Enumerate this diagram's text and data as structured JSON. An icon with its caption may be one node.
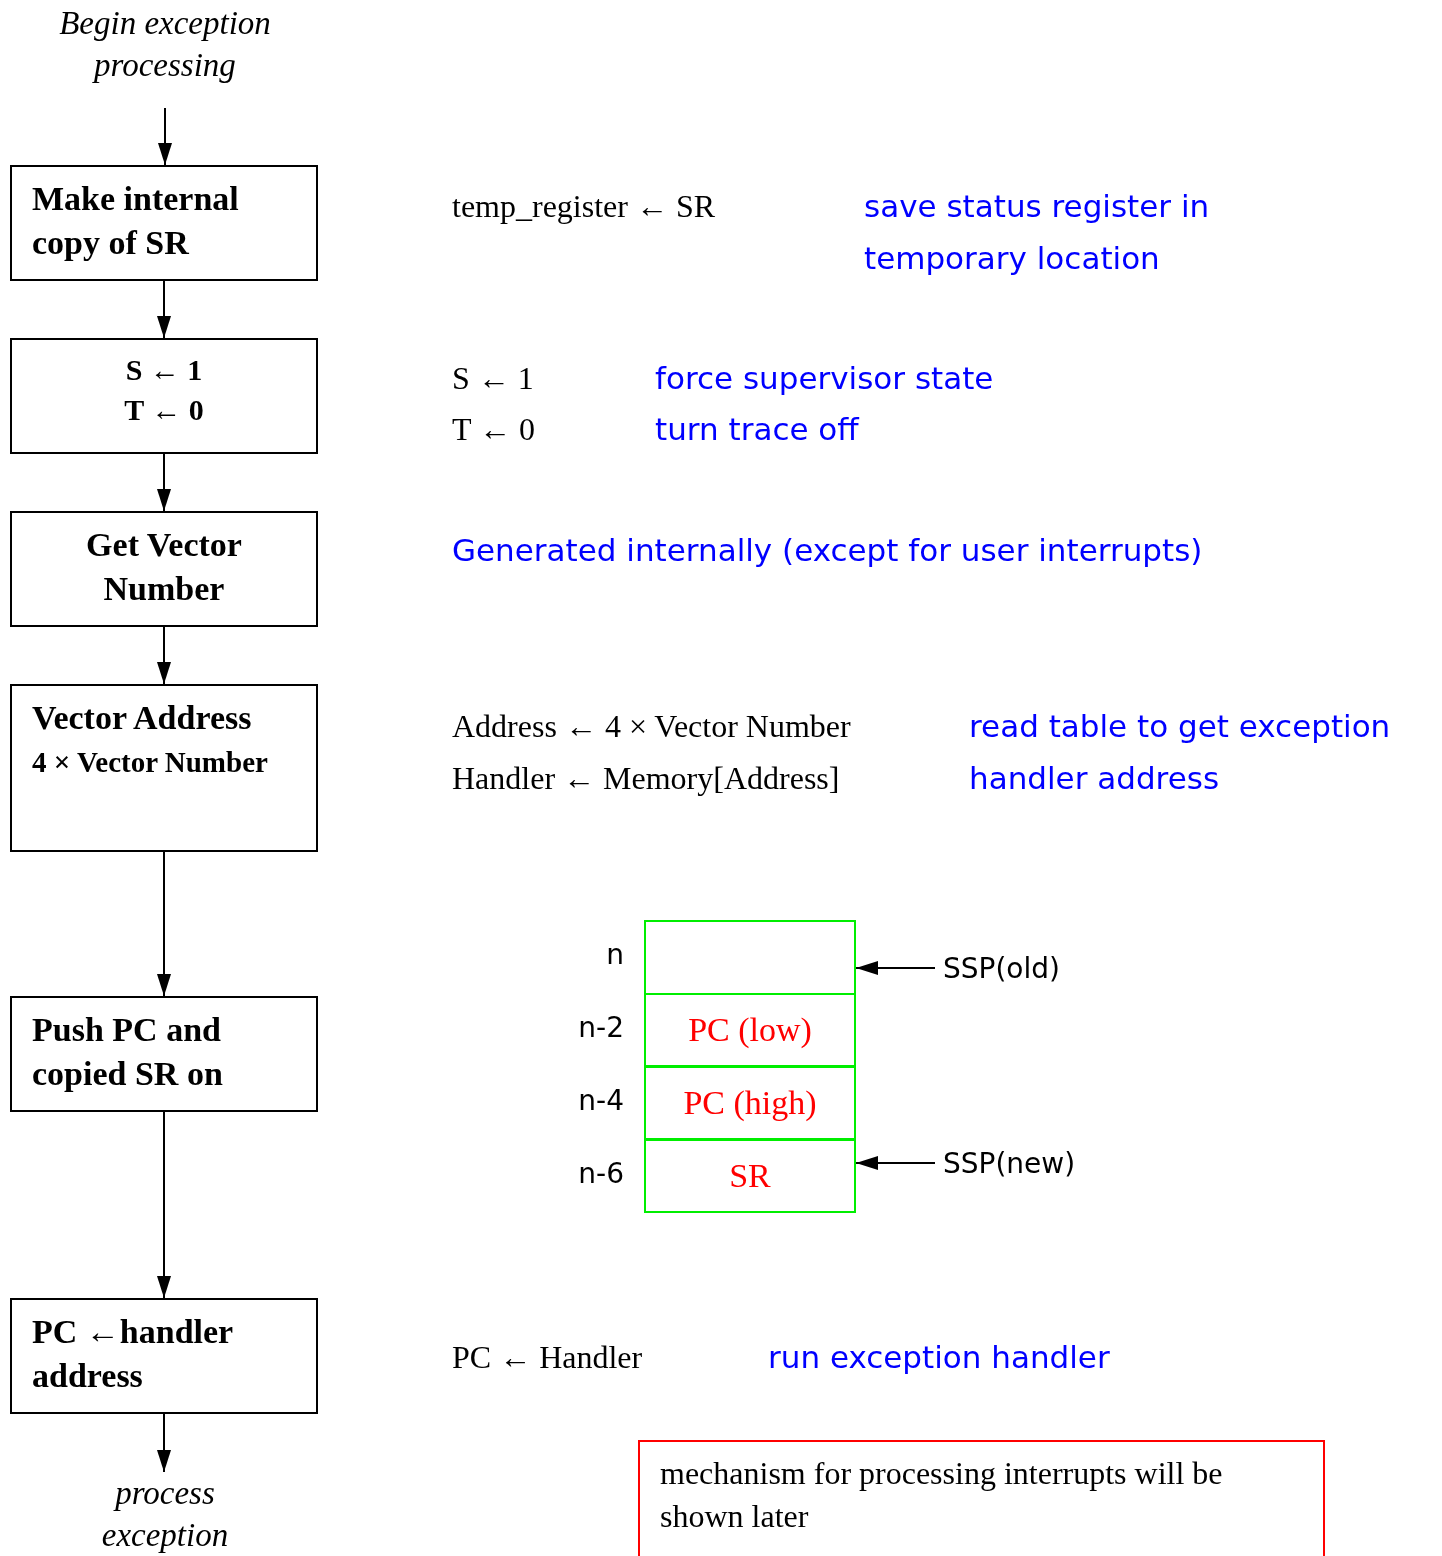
{
  "diagram": {
    "nodes": [
      {
        "text": [
          "Begin exception processing"
        ]
      },
      {
        "text": [
          "Make internal copy of SR"
        ]
      },
      {
        "text": [
          "S ← 1",
          "T ← 0"
        ]
      },
      {
        "text": [
          "Get Vector Number"
        ]
      },
      {
        "text": [
          "Vector Address",
          "4 × Vector Number"
        ]
      },
      {
        "text": [
          "Push PC and copied SR on"
        ]
      },
      {
        "text": [
          "PC ←handler address"
        ]
      },
      {
        "text": [
          "process exception"
        ]
      },
      {
        "text": [],
        "shape": "box",
        "beside": [
          "n"
        ]
      },
      {
        "text": [
          "PC (low)"
        ],
        "beside": [
          "n-2"
        ]
      },
      {
        "text": [
          "PC (high)"
        ],
        "beside": [
          "n-4"
        ]
      },
      {
        "text": [
          "SR"
        ],
        "beside": [
          "n-6"
        ]
      },
      {
        "text": [
          "SSP(old)"
        ]
      },
      {
        "text": [
          "SSP(new)"
        ]
      },
      {
        "text": [
          "mechanism for processing interrupts will be shown later"
        ]
      }
    ],
    "edges": [
      {
        "from": 0,
        "to": 1,
        "arrow": "to"
      },
      {
        "from": 1,
        "to": 2,
        "arrow": "to"
      },
      {
        "from": 2,
        "to": 3,
        "arrow": "to"
      },
      {
        "from": 3,
        "to": 4,
        "arrow": "to"
      },
      {
        "from": 4,
        "to": 5,
        "arrow": "to"
      },
      {
        "from": 5,
        "to": 6,
        "arrow": "to"
      },
      {
        "from": 6,
        "to": 7,
        "arrow": "to"
      },
      {
        "from": 12,
        "to": 8,
        "arrow": "to"
      },
      {
        "from": 13,
        "to": 11,
        "arrow": "to"
      }
    ],
    "labels": [
      "temp_register ← SR",
      "save status register in temporary location",
      "S ← 1",
      "force supervisor state",
      "T ← 0",
      "turn trace off",
      "Generated internally (except for user interrupts)",
      "Address ← 4 × Vector Number",
      "read table to get exception handler address",
      "Handler ← Memory[Address]",
      "PC ← Handler",
      "run exception handler"
    ]
  }
}
